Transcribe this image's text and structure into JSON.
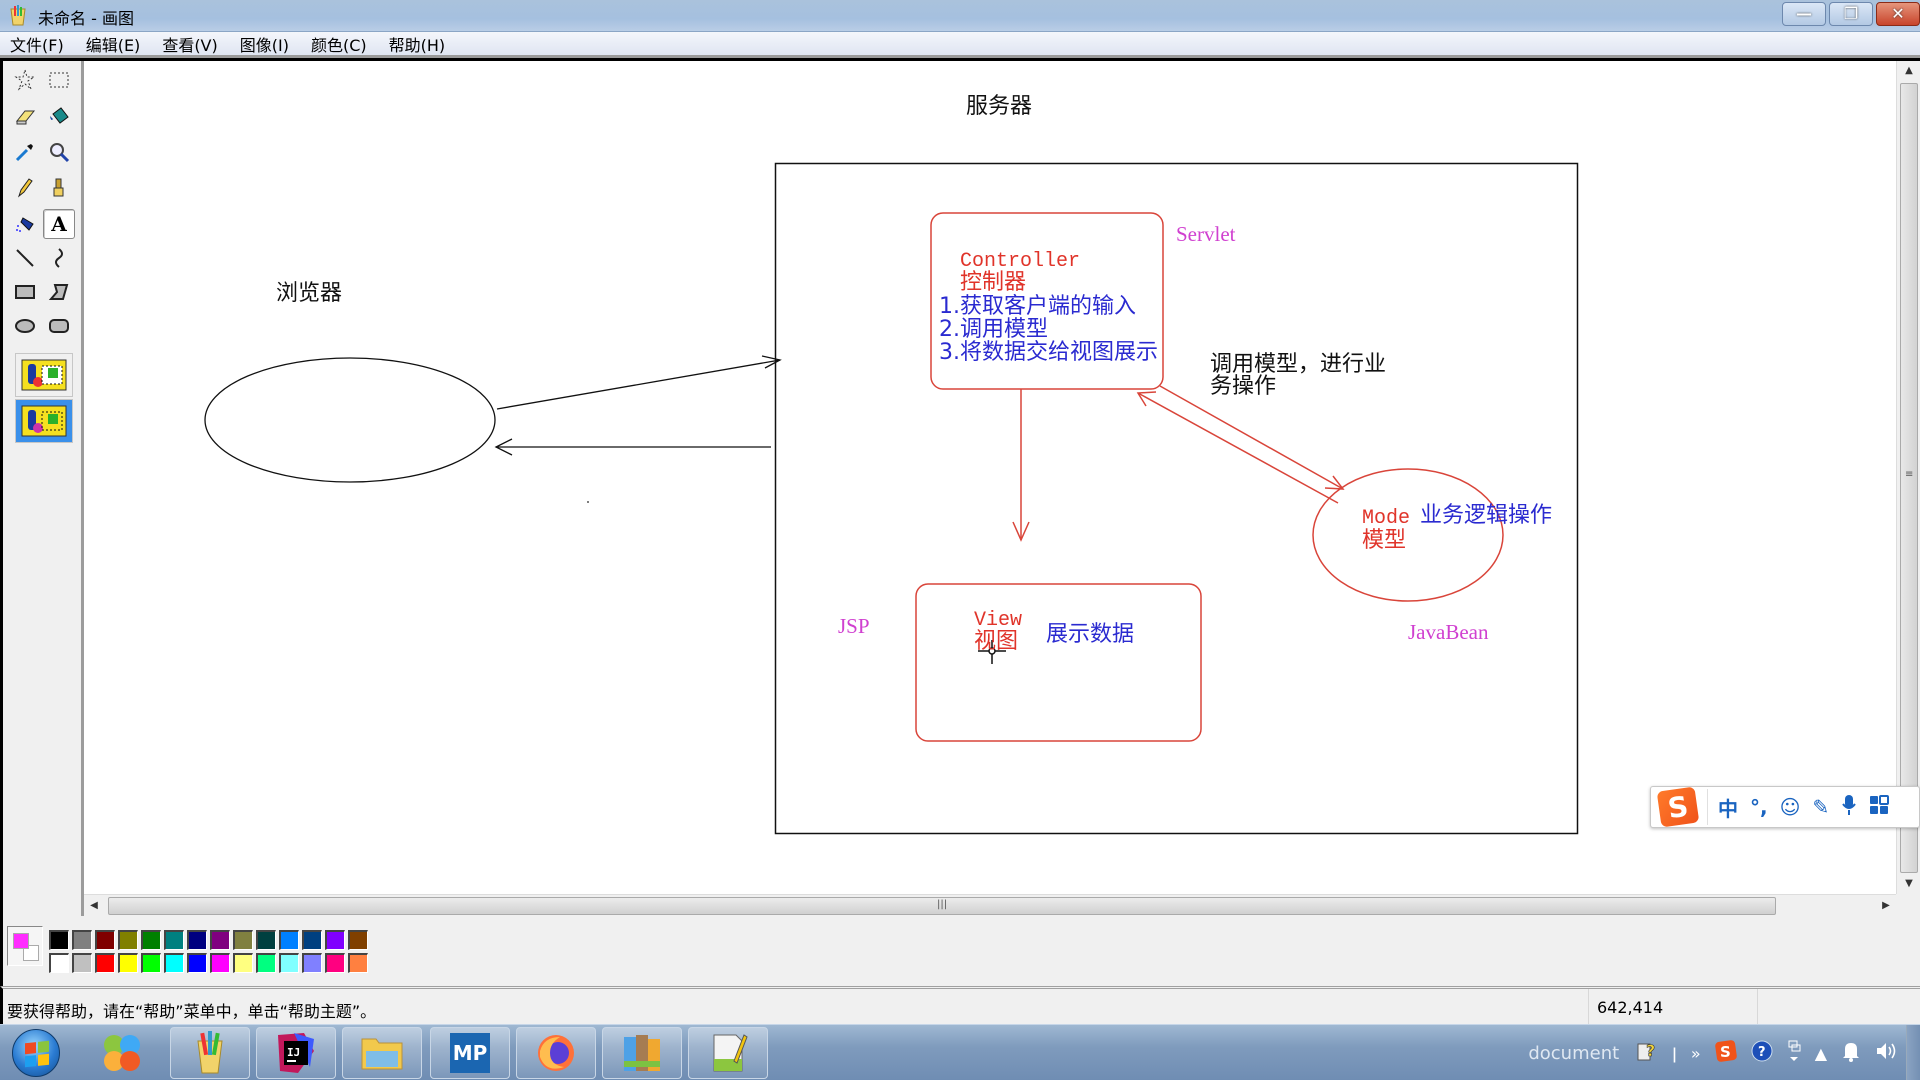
{
  "window": {
    "title": "未命名 - 画图",
    "controls": {
      "minimize": "—",
      "restore": "❐",
      "close": "✕"
    }
  },
  "menu": {
    "items": [
      {
        "label": "文件(F)"
      },
      {
        "label": "编辑(E)"
      },
      {
        "label": "查看(V)"
      },
      {
        "label": "图像(I)"
      },
      {
        "label": "颜色(C)"
      },
      {
        "label": "帮助(H)"
      }
    ]
  },
  "tools": [
    {
      "name": "free-form-select",
      "icon": "star-select-icon"
    },
    {
      "name": "rect-select",
      "icon": "rect-select-icon"
    },
    {
      "name": "eraser",
      "icon": "eraser-icon"
    },
    {
      "name": "fill",
      "icon": "paint-bucket-icon"
    },
    {
      "name": "pick-color",
      "icon": "eyedropper-icon"
    },
    {
      "name": "magnifier",
      "icon": "magnifier-icon"
    },
    {
      "name": "pencil",
      "icon": "pencil-icon"
    },
    {
      "name": "brush",
      "icon": "brush-icon"
    },
    {
      "name": "airbrush",
      "icon": "airbrush-icon"
    },
    {
      "name": "text",
      "icon": "text-icon",
      "label": "A",
      "active": true
    },
    {
      "name": "line",
      "icon": "line-icon"
    },
    {
      "name": "curve",
      "icon": "curve-icon"
    },
    {
      "name": "rectangle",
      "icon": "rectangle-icon"
    },
    {
      "name": "polygon",
      "icon": "polygon-icon"
    },
    {
      "name": "ellipse",
      "icon": "ellipse-icon"
    },
    {
      "name": "rounded-rectangle",
      "icon": "rounded-rect-icon"
    }
  ],
  "tool_options": [
    {
      "name": "opaque-background",
      "selected": false
    },
    {
      "name": "transparent-background",
      "selected": true
    }
  ],
  "diagram": {
    "server_label": "服务器",
    "browser_label": "浏览器",
    "controller": {
      "title_en": "Controller",
      "title_cn": "控制器",
      "steps": [
        "1.获取客户端的输入",
        "2.调用模型",
        "3.将数据交给视图展示"
      ]
    },
    "servlet_label": "Servlet",
    "call_model_note": [
      "调用模型，进行业",
      "务操作"
    ],
    "model": {
      "title_en": "Mode",
      "title_cn": "模型",
      "desc": "业务逻辑操作"
    },
    "javabean_label": "JavaBean",
    "view": {
      "title_en": "View",
      "title_cn": "视图",
      "desc": "展示数据"
    },
    "jsp_label": "JSP",
    "colors": {
      "box_border": "#d9453a",
      "annotation_magenta": "#d040d0",
      "step_blue": "#2a2ad0",
      "title_red": "#e0342a"
    }
  },
  "palette": {
    "foreground": "#ff2cff",
    "background": "#ffffff",
    "colors": [
      "#000000",
      "#808080",
      "#800000",
      "#808000",
      "#008000",
      "#008080",
      "#000080",
      "#800080",
      "#808040",
      "#004040",
      "#0080ff",
      "#004080",
      "#8000ff",
      "#804000",
      "#ffffff",
      "#c0c0c0",
      "#ff0000",
      "#ffff00",
      "#00ff00",
      "#00ffff",
      "#0000ff",
      "#ff00ff",
      "#ffff80",
      "#00ff80",
      "#80ffff",
      "#8080ff",
      "#ff0080",
      "#ff8040"
    ]
  },
  "status": {
    "help_text": "要获得帮助，请在“帮助”菜单中，单击“帮助主题”。",
    "coords": "642,414"
  },
  "ime": {
    "logo": "S",
    "items": [
      "中",
      "°,",
      "☺",
      "✎",
      "🎤",
      "▦"
    ]
  },
  "taskbar": {
    "apps": [
      {
        "name": "start"
      },
      {
        "name": "360-browser"
      },
      {
        "name": "paint",
        "active": true
      },
      {
        "name": "intellij-idea",
        "label": "IJ"
      },
      {
        "name": "file-explorer"
      },
      {
        "name": "mindmanager",
        "label": "MP"
      },
      {
        "name": "firefox"
      },
      {
        "name": "winrar"
      },
      {
        "name": "notepad-plus-plus"
      }
    ],
    "tray": {
      "toolbar_label": "document",
      "expand": "»"
    }
  }
}
